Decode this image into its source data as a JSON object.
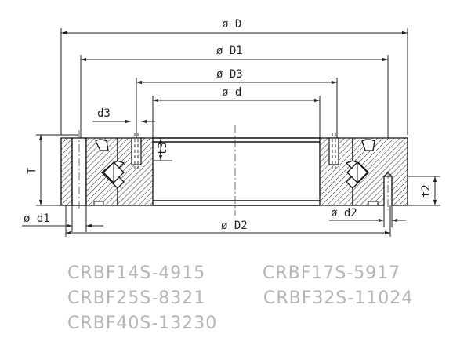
{
  "dimensions": {
    "D": "ø D",
    "D1": "ø D1",
    "D3": "ø D3",
    "d": "ø d",
    "d3": "d3",
    "t3": "t3",
    "T": "T",
    "t2": "t2",
    "d1": "ø d1",
    "d2": "ø d2",
    "D2": "ø D2"
  },
  "models": [
    "CRBF14S-4915",
    "CRBF17S-5917",
    "CRBF25S-8321",
    "CRBF32S-11024",
    "CRBF40S-13230"
  ]
}
